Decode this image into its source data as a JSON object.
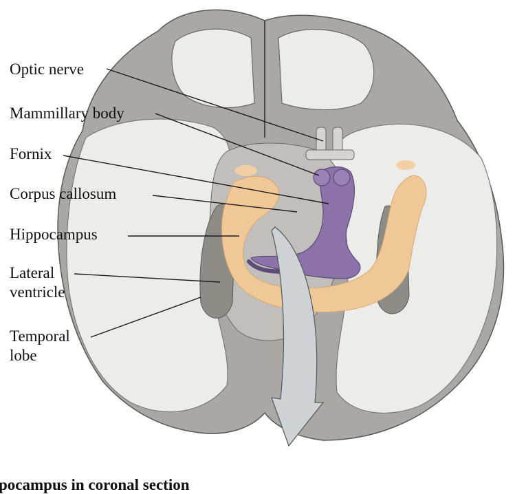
{
  "labels": {
    "optic_nerve": "Optic nerve",
    "mammillary_body": "Mammillary body",
    "fornix": "Fornix",
    "corpus_callosum": "Corpus callosum",
    "hippocampus": "Hippocampus",
    "lateral_ventricle_line1": "Lateral",
    "lateral_ventricle_line2": "ventricle",
    "temporal_lobe_line1": "Temporal",
    "temporal_lobe_line2": "lobe"
  },
  "caption": "pocampus in coronal section",
  "colors": {
    "cortex_gray": "#a9a8a4",
    "white_matter": "#ececea",
    "hippocampus": "#f0c898",
    "fornix": "#8c72a8",
    "arrow": "#cfd2d4"
  }
}
